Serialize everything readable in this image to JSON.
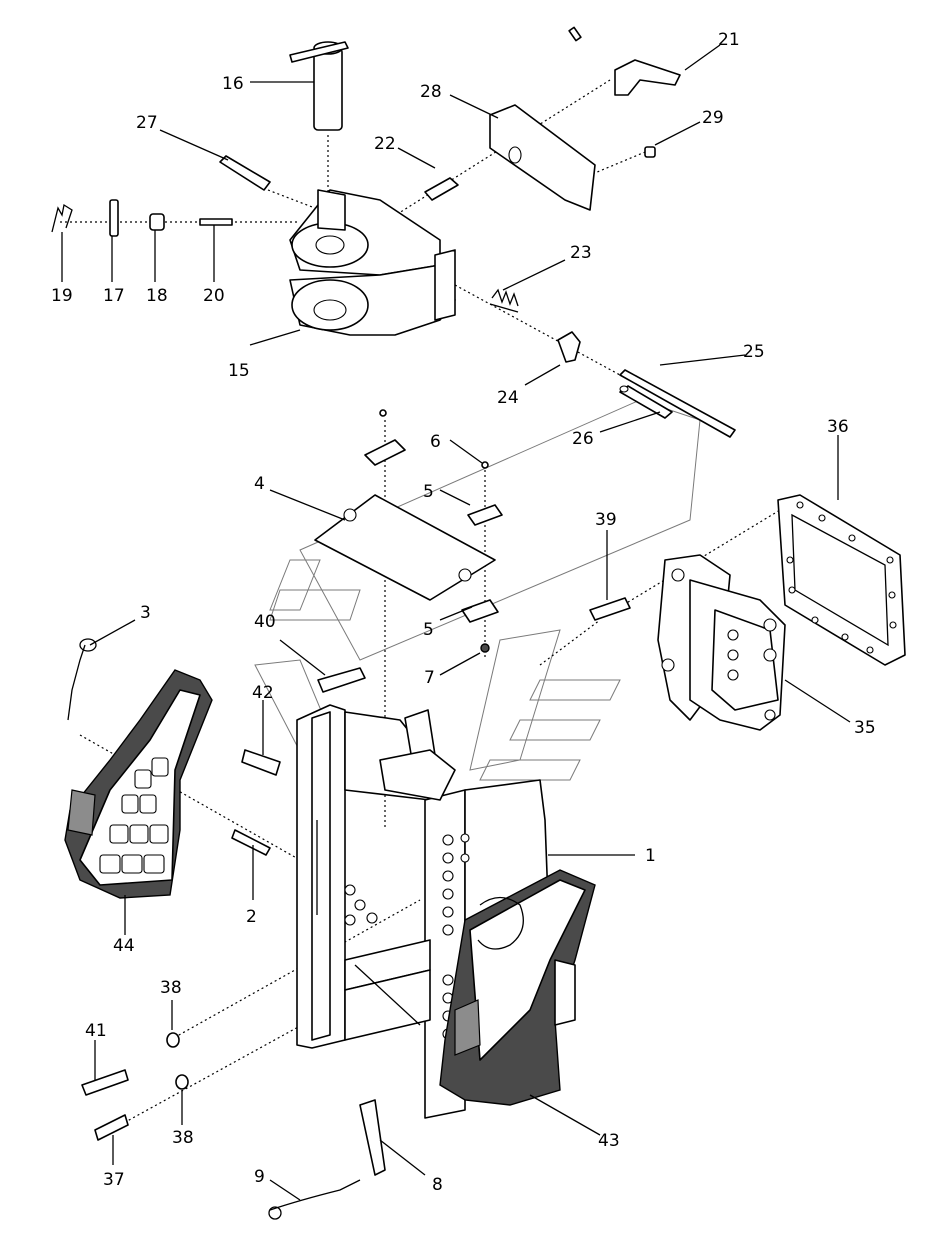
{
  "diagram": {
    "callouts": [
      "1",
      "2",
      "3",
      "4",
      "5",
      "5",
      "6",
      "7",
      "8",
      "9",
      "15",
      "16",
      "17",
      "18",
      "19",
      "20",
      "21",
      "22",
      "23",
      "24",
      "25",
      "26",
      "27",
      "28",
      "29",
      "35",
      "36",
      "37",
      "38",
      "38",
      "39",
      "40",
      "41",
      "42",
      "43",
      "44"
    ]
  }
}
